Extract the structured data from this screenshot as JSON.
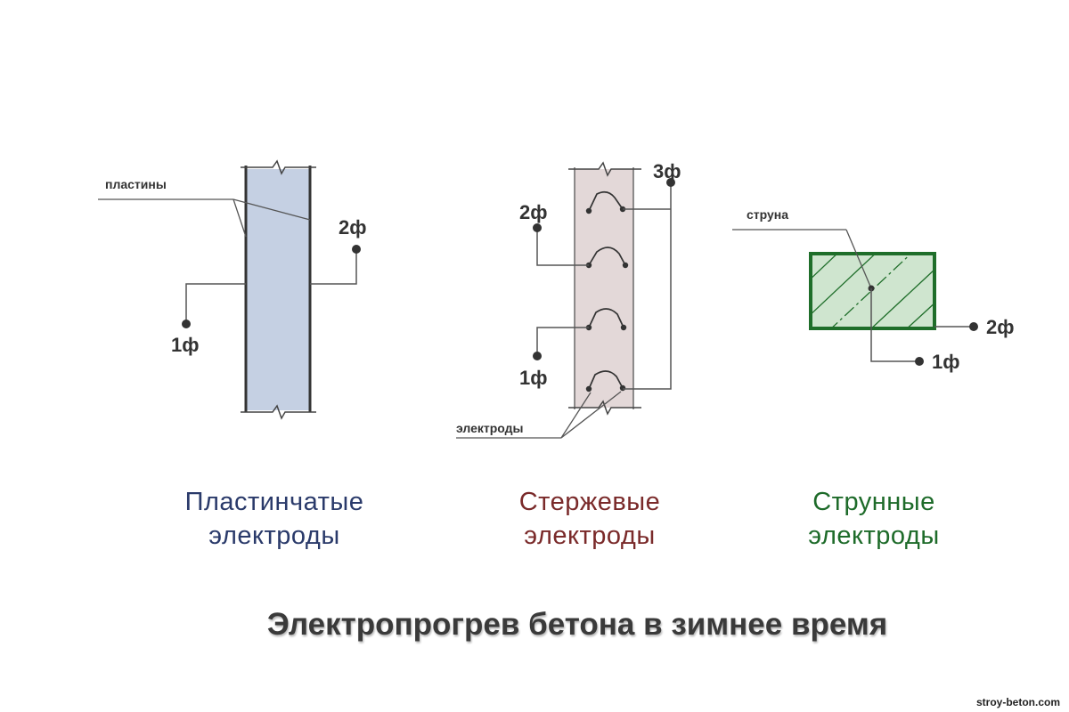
{
  "title": "Электропрогрев бетона в зимнее время",
  "watermark": "stroy-beton.com",
  "panels": [
    {
      "caption": [
        "Пластинчатые",
        "электроды"
      ],
      "caption_color": "#2a3a6a",
      "fill_color": "#c5d0e3",
      "labels": {
        "plates": "пластины",
        "phase1": "1ф",
        "phase2": "2ф"
      }
    },
    {
      "caption": [
        "Стержевые",
        "электроды"
      ],
      "caption_color": "#7a2a2a",
      "fill_color": "#e3d8d8",
      "labels": {
        "electrodes": "электроды",
        "phase1": "1ф",
        "phase2": "2ф",
        "phase3": "3ф"
      }
    },
    {
      "caption": [
        "Струнные",
        "электроды"
      ],
      "caption_color": "#1e6b2a",
      "fill_color": "#cfe5cf",
      "stroke_color": "#1f6e2a",
      "labels": {
        "string": "струна",
        "phase1": "1ф",
        "phase2": "2ф"
      }
    }
  ]
}
